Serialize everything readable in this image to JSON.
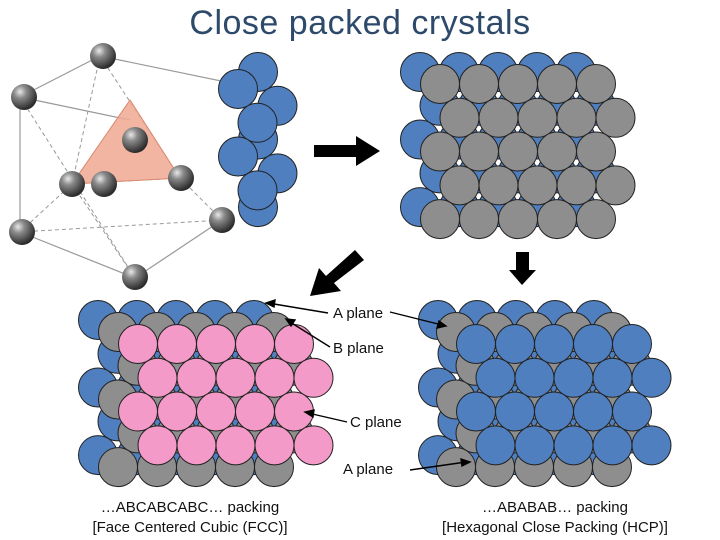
{
  "title": "Close packed crystals",
  "labels": {
    "a_plane_top": "A plane",
    "b_plane": "B plane",
    "c_plane": "C plane",
    "a_plane_bottom": "A plane"
  },
  "captions": {
    "fcc_line1": "…ABCABCABC… packing",
    "fcc_line2": "[Face Centered Cubic (FCC)]",
    "hcp_line1": "…ABABAB… packing",
    "hcp_line2": "[Hexagonal Close Packing (HCP)]"
  },
  "colors": {
    "layer_a": "#4f7fbf",
    "layer_b": "#8e8e8e",
    "layer_c": "#f49ac8",
    "tetrahedron": "#f0a890",
    "arrow": "#000000",
    "title": "#2e4a6b"
  }
}
